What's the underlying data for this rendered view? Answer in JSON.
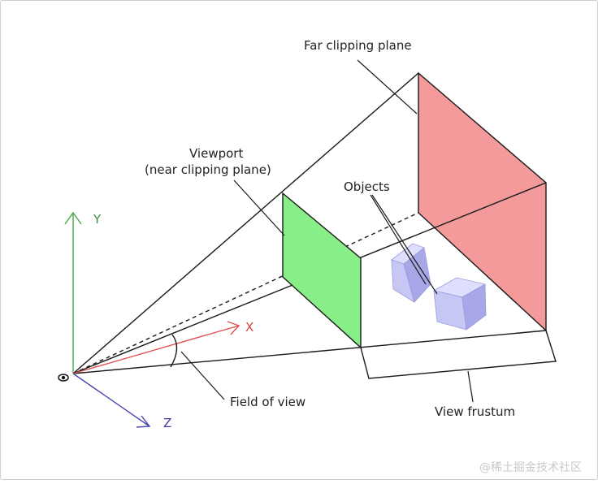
{
  "labels": {
    "far_plane": "Far clipping plane",
    "viewport_line1": "Viewport",
    "viewport_line2": "(near clipping plane)",
    "objects": "Objects",
    "field_of_view": "Field of view",
    "view_frustum": "View frustum"
  },
  "axes": {
    "x": "X",
    "y": "Y",
    "z": "Z"
  },
  "watermark": "@稀土掘金技术社区",
  "colors": {
    "near_plane": "#88ee88",
    "far_plane": "#f49a9a",
    "object_front": "#c7c7f6",
    "object_side": "#a8a8e8",
    "object_top": "#dedefd",
    "x_axis": "#e05050",
    "y_axis": "#4aa84a",
    "z_axis": "#4848b0",
    "lines": "#1a1a1a"
  }
}
